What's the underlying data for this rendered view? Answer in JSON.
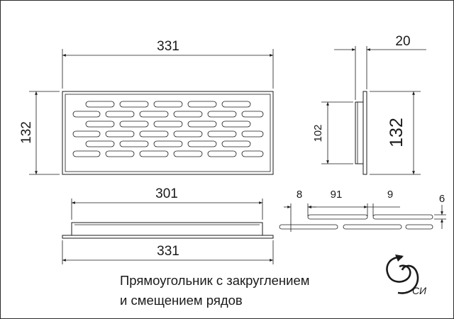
{
  "dimensions": {
    "top_width": "331",
    "top_height": "132",
    "side_depth": "20",
    "side_inner_height": "102",
    "side_outer_height": "132",
    "bottom_inner_width": "301",
    "bottom_outer_width": "331",
    "slot_offset": "8",
    "slot_length": "91",
    "slot_gap": "9",
    "slot_width": "6"
  },
  "caption": {
    "line1": "Прямоугольник с закруглением",
    "line2": "и смещением рядов"
  },
  "logo": {
    "text": "СИ"
  }
}
